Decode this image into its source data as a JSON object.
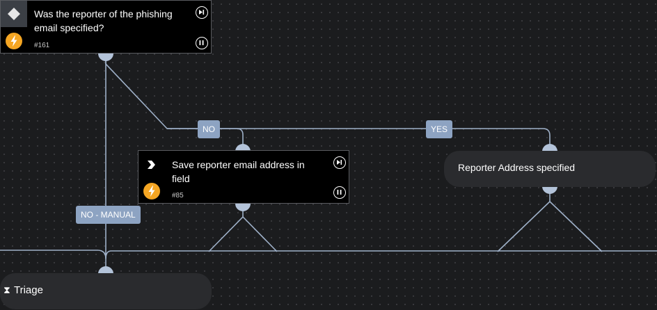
{
  "tasks": {
    "reporter_condition": {
      "title": "Was the reporter of the phishing email specified?",
      "id_label": "#161",
      "type_icon": "diamond-icon",
      "trigger_icon": "lightning-icon"
    },
    "save_reporter": {
      "title": "Save reporter email address in field",
      "id_label": "#85",
      "type_icon": "chevron-right-icon",
      "trigger_icon": "lightning-icon"
    },
    "reporter_specified": {
      "title": "Reporter Address specified"
    },
    "triage": {
      "icon": "⧗",
      "title": "Triage"
    }
  },
  "edge_labels": {
    "no": "NO",
    "yes": "YES",
    "no_manual": "NO - MANUAL"
  },
  "controls": {
    "skip_icon": "skip-icon",
    "pause_icon": "pause-icon"
  },
  "colors": {
    "canvas": "#1b1c1e",
    "task_bg": "#000000",
    "section_bg": "#2a2b2e",
    "edge": "#9fb1c9",
    "label_bg": "#8da3c2",
    "port": "#b3c3d9",
    "bolt": "#f5a623"
  }
}
